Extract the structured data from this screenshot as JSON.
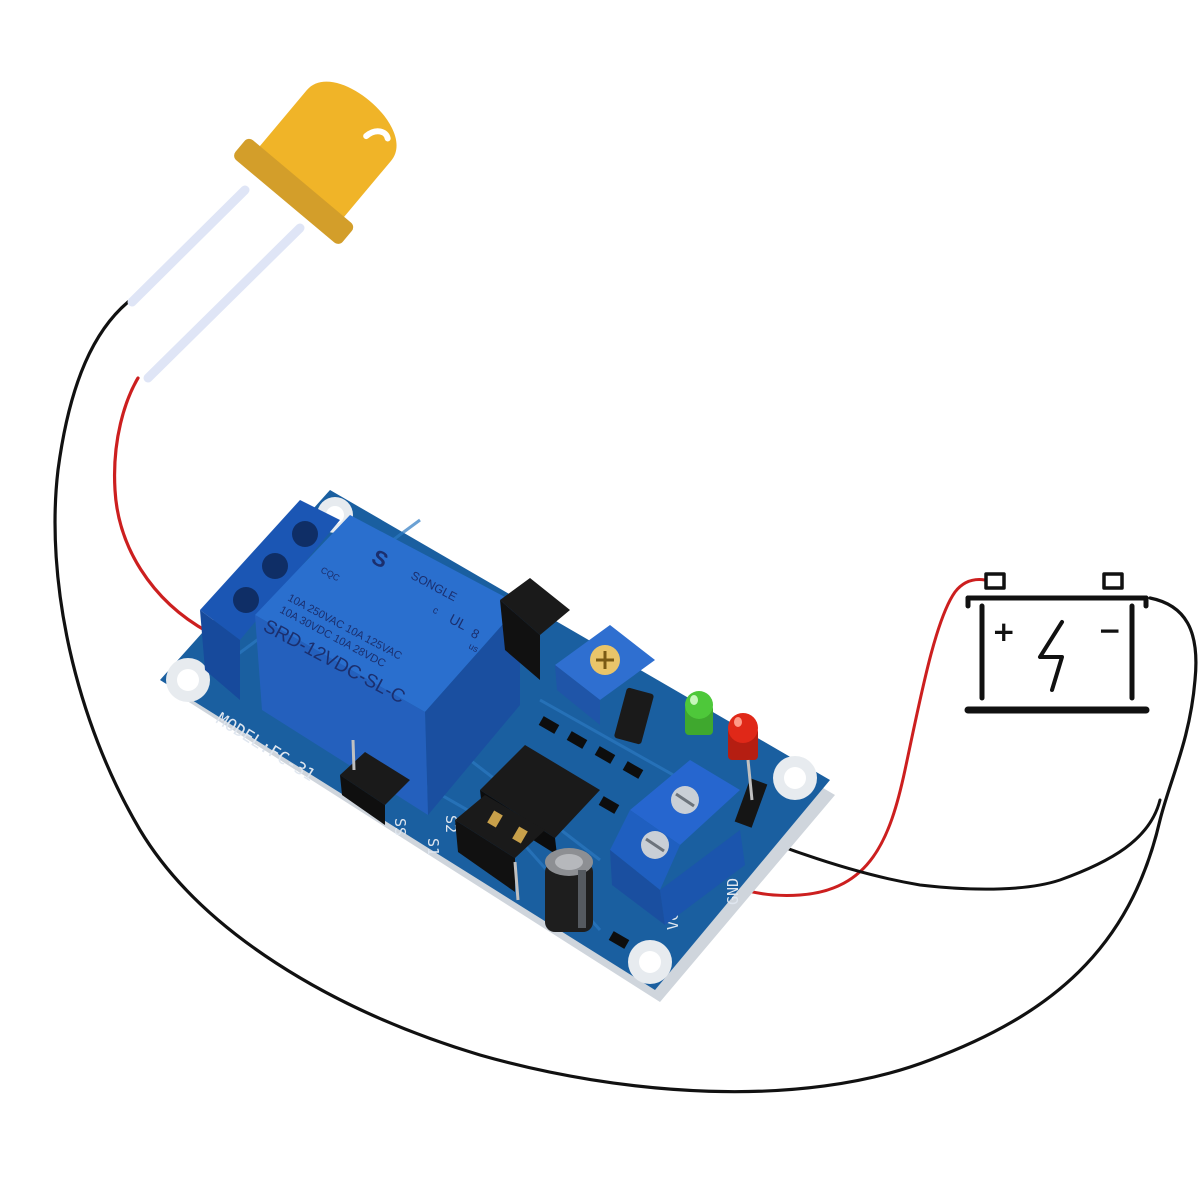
{
  "relay": {
    "logo": "S",
    "brand": "SONGLE",
    "cqc": "CQC",
    "cert_mark_ul": "UL",
    "cert_c": "c",
    "cert_us": "us",
    "cert_num": "8",
    "rating_line1": "10A  250VAC   10A  125VAC",
    "rating_line2": "10A   30VDC   10A   28VDC",
    "model": "SRD-12VDC-SL-C"
  },
  "pcb": {
    "model_label": "MODEL:FC-31",
    "label_s1": "S1",
    "label_s2": "S2",
    "label_ss": "SS",
    "label_vcc": "VCC",
    "label_gnd": "GND"
  },
  "battery": {
    "positive_symbol": "+",
    "negative_symbol": "−"
  },
  "colors": {
    "led_body": "#f0b428",
    "led_rim": "#d39e2a",
    "pcb_blue": "#1a5fa0",
    "relay_blue": "#2a6fce",
    "terminal_blue": "#1f5fc0",
    "wire_black": "#111111",
    "wire_red": "#cc1f1f",
    "led_green": "#4ec83a",
    "led_red": "#e02818"
  },
  "icons": {
    "led": "led-icon",
    "battery": "battery-icon",
    "bolt": "lightning-bolt-icon"
  }
}
